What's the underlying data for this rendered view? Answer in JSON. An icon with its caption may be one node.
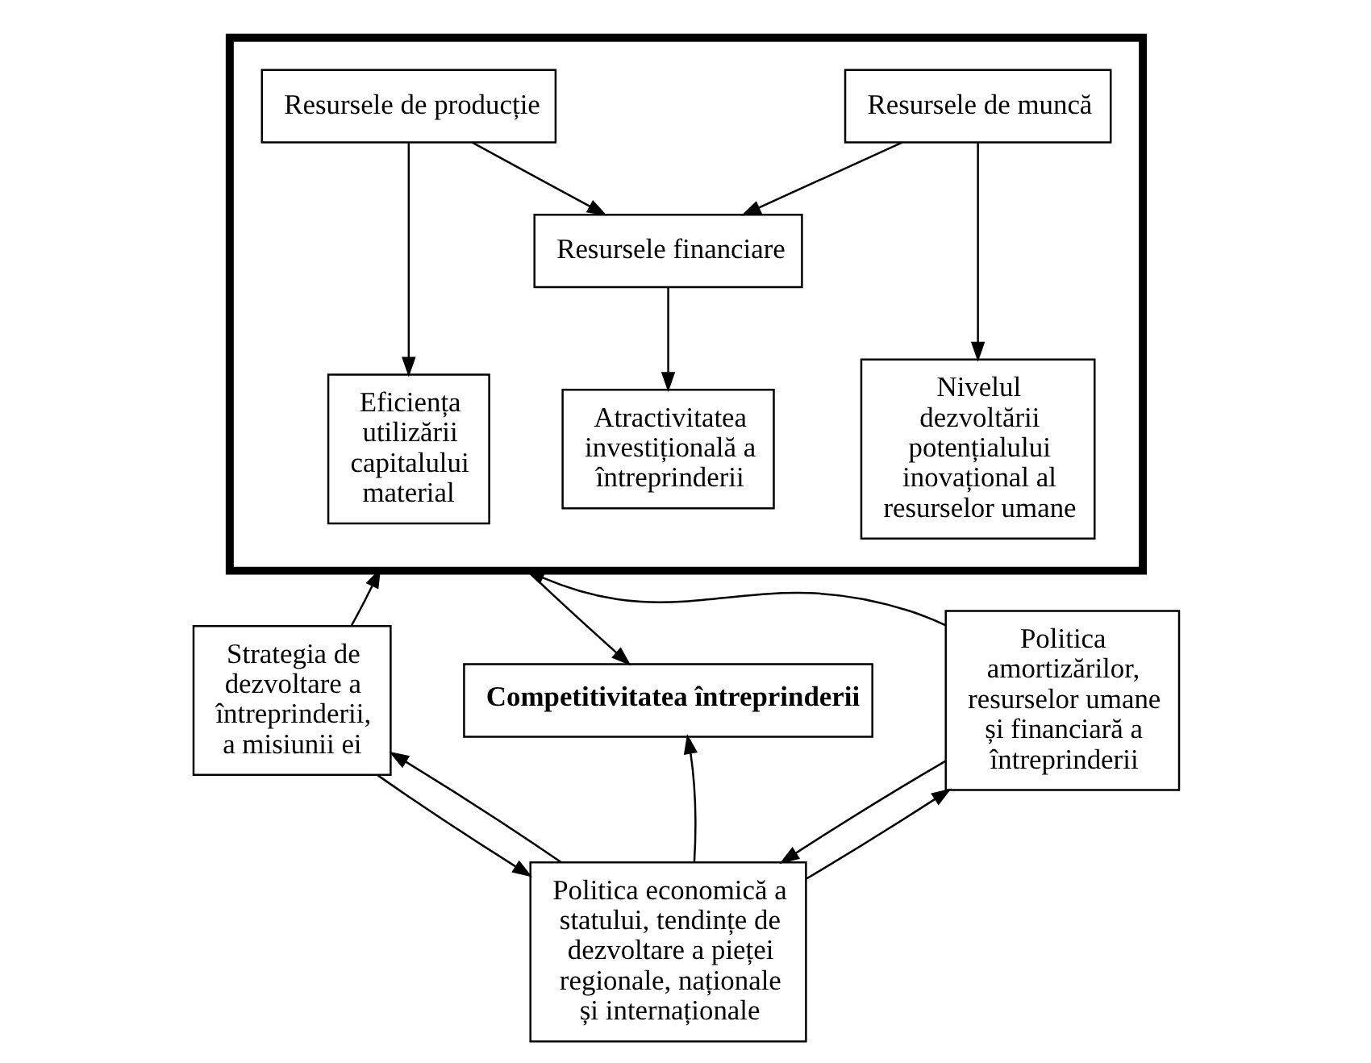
{
  "diagram": {
    "nodes": [
      {
        "text": [],
        "shape": "box"
      },
      {
        "text": [
          "Resursele de producție"
        ],
        "in": 0
      },
      {
        "text": [
          "Resursele de muncă"
        ],
        "in": 0
      },
      {
        "text": [
          "Resursele financiare"
        ],
        "in": 0
      },
      {
        "text": [
          "Eficiența utilizării capitalului material"
        ],
        "in": 0
      },
      {
        "text": [
          "Atractivitatea investițională a întreprinderii"
        ],
        "in": 0
      },
      {
        "text": [
          "Nivelul dezvoltării potențialului inovațional al resurselor umane"
        ],
        "in": 0
      },
      {
        "text": [
          "Strategia de dezvoltare a întreprinderii, a misiunii ei"
        ]
      },
      {
        "text": [
          "Competitivitatea întreprinderii"
        ]
      },
      {
        "text": [
          "Politica amortizărilor, resurselor umane și financiară a întreprinderii"
        ]
      },
      {
        "text": [
          "Politica economică a statului, tendințe de dezvoltare a pieței regionale, naționale și internaționale"
        ]
      }
    ],
    "edges": [
      {
        "from": 1,
        "to": 3,
        "arrow": "to"
      },
      {
        "from": 2,
        "to": 3,
        "arrow": "to"
      },
      {
        "from": 1,
        "to": 4,
        "arrow": "to"
      },
      {
        "from": 3,
        "to": 5,
        "arrow": "to"
      },
      {
        "from": 2,
        "to": 6,
        "arrow": "to"
      },
      {
        "from": 0,
        "to": 8,
        "arrow": "to"
      },
      {
        "from": 7,
        "to": 0,
        "arrow": "to"
      },
      {
        "from": 9,
        "to": 0,
        "arrow": "to"
      },
      {
        "from": 10,
        "to": 8,
        "arrow": "to"
      },
      {
        "from": 7,
        "to": 10,
        "arrow": "to"
      },
      {
        "from": 9,
        "to": 10,
        "arrow": "to"
      },
      {
        "from": 10,
        "to": 7,
        "arrow": "to"
      },
      {
        "from": 10,
        "to": 9,
        "arrow": "to"
      }
    ]
  }
}
